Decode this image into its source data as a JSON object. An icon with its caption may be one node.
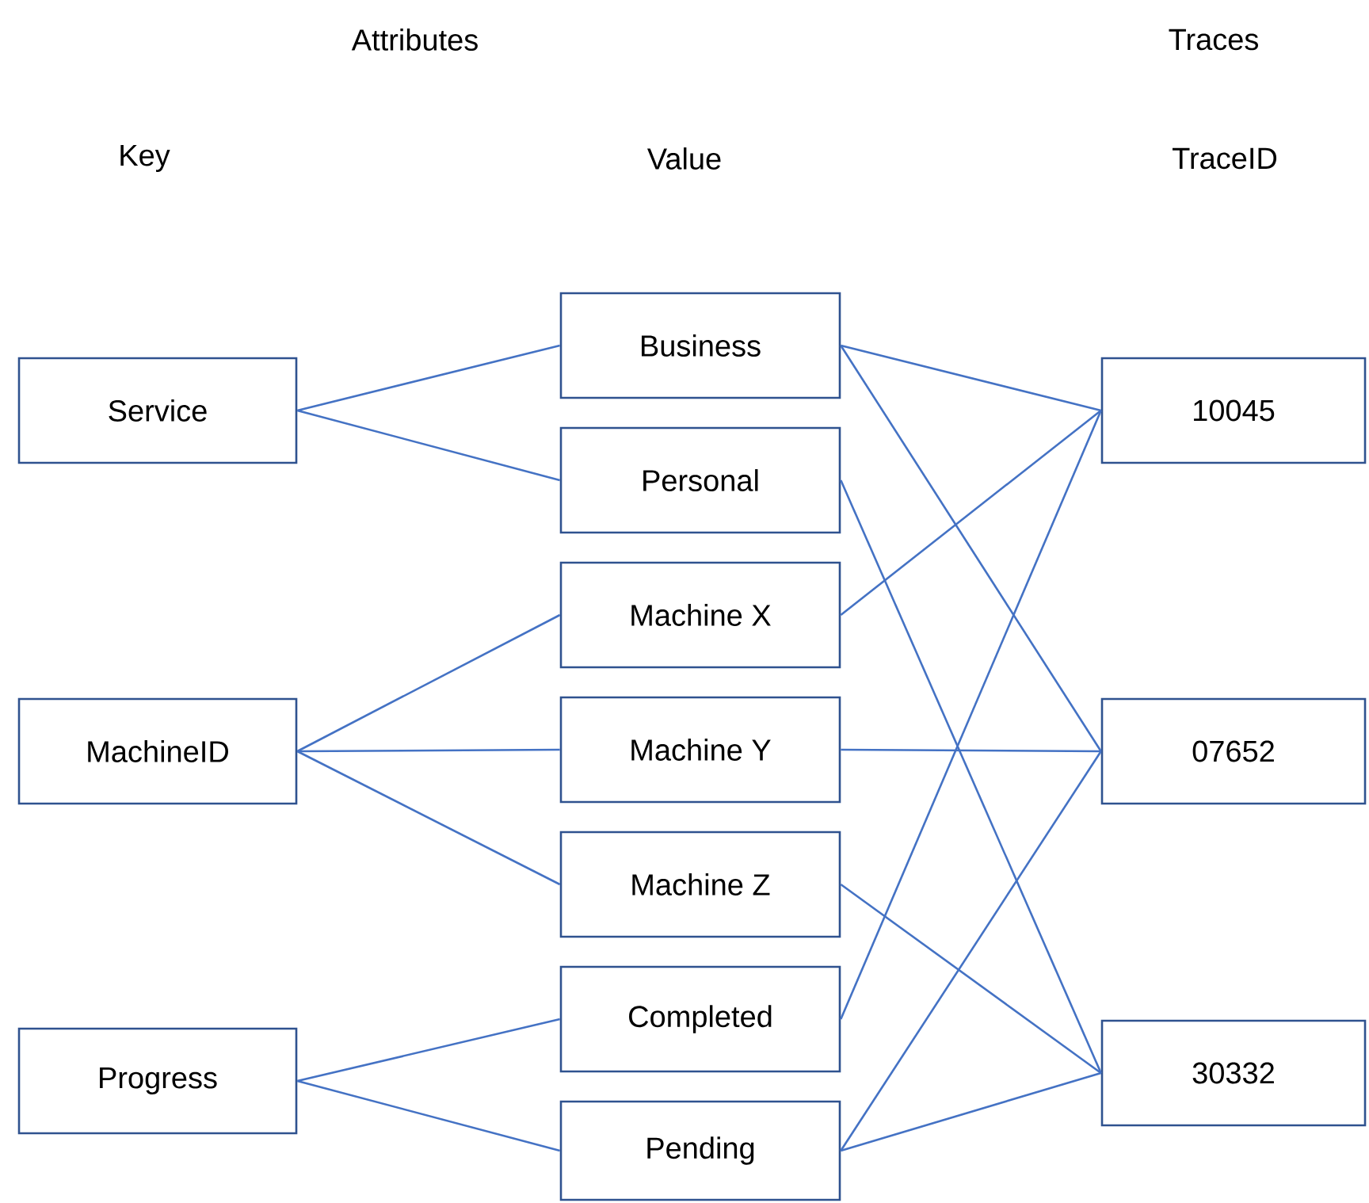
{
  "diagram": {
    "nodes": [
      {
        "text": [
          "Service"
        ]
      },
      {
        "text": [
          "MachineID"
        ]
      },
      {
        "text": [
          "Progress"
        ]
      },
      {
        "text": [
          "Business"
        ]
      },
      {
        "text": [
          "Personal"
        ]
      },
      {
        "text": [
          "Machine X"
        ]
      },
      {
        "text": [
          "Machine Y"
        ]
      },
      {
        "text": [
          "Machine Z"
        ]
      },
      {
        "text": [
          "Completed"
        ]
      },
      {
        "text": [
          "Pending"
        ]
      },
      {
        "text": [
          "10045"
        ]
      },
      {
        "text": [
          "07652"
        ]
      },
      {
        "text": [
          "30332"
        ]
      }
    ],
    "edges": [
      {
        "from": 0,
        "to": 3,
        "arrow": "none"
      },
      {
        "from": 0,
        "to": 4,
        "arrow": "none"
      },
      {
        "from": 1,
        "to": 5,
        "arrow": "none"
      },
      {
        "from": 1,
        "to": 6,
        "arrow": "none"
      },
      {
        "from": 1,
        "to": 7,
        "arrow": "none"
      },
      {
        "from": 2,
        "to": 8,
        "arrow": "none"
      },
      {
        "from": 2,
        "to": 9,
        "arrow": "none"
      },
      {
        "from": 3,
        "to": 10,
        "arrow": "none"
      },
      {
        "from": 3,
        "to": 11,
        "arrow": "none"
      },
      {
        "from": 4,
        "to": 12,
        "arrow": "none"
      },
      {
        "from": 5,
        "to": 10,
        "arrow": "none"
      },
      {
        "from": 6,
        "to": 11,
        "arrow": "none"
      },
      {
        "from": 7,
        "to": 12,
        "arrow": "none"
      },
      {
        "from": 8,
        "to": 10,
        "arrow": "none"
      },
      {
        "from": 9,
        "to": 11,
        "arrow": "none"
      },
      {
        "from": 9,
        "to": 12,
        "arrow": "none"
      }
    ],
    "labels": [
      "Attributes",
      "Traces",
      "Key",
      "Value",
      "TraceID"
    ]
  }
}
